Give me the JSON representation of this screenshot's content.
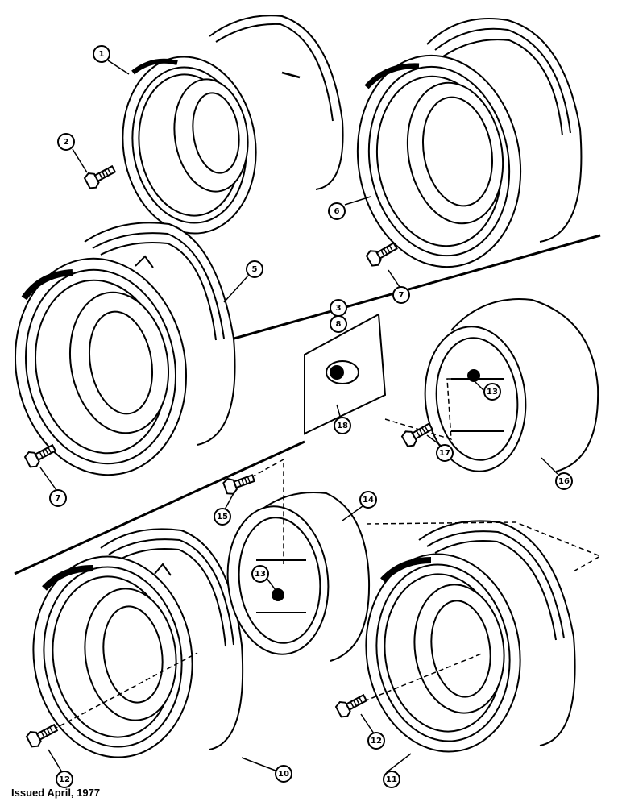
{
  "callouts": {
    "c1": "1",
    "c2": "2",
    "c3": "3",
    "c5": "5",
    "c6": "6",
    "c7a": "7",
    "c7b": "7",
    "c8": "8",
    "c10": "10",
    "c11": "11",
    "c12a": "12",
    "c12b": "12",
    "c13a": "13",
    "c13b": "13",
    "c14": "14",
    "c15": "15",
    "c16": "16",
    "c17": "17",
    "c18": "18"
  },
  "footer": {
    "issued": "Issued April, 1977"
  }
}
